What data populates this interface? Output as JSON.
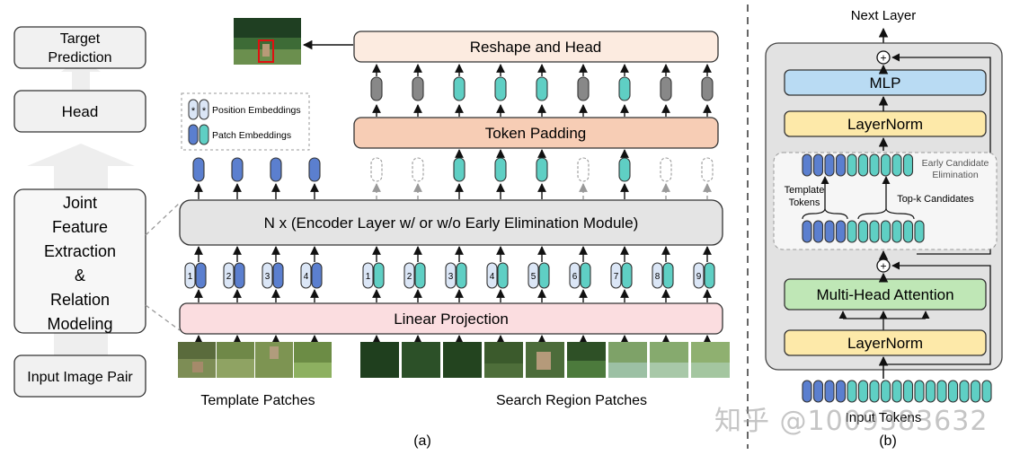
{
  "left_flow": {
    "target_prediction": [
      "Target",
      "Prediction"
    ],
    "head": "Head",
    "joint_module": [
      "Joint",
      "Feature",
      "Extraction",
      "&",
      "Relation",
      "Modeling"
    ],
    "input_pair": "Input Image Pair"
  },
  "legend": {
    "position_embeddings": "Position Embeddings",
    "patch_embeddings": "Patch Embeddings",
    "star": "*"
  },
  "panel_a": {
    "reshape_head": "Reshape and Head",
    "token_padding": "Token Padding",
    "encoder": "N x (Encoder Layer w/ or w/o Early Elimination Module)",
    "linear_projection": "Linear Projection",
    "template_patches": "Template Patches",
    "search_patches": "Search Region Patches",
    "template_pos": [
      "1",
      "2",
      "3",
      "4"
    ],
    "search_pos": [
      "1",
      "2",
      "3",
      "4",
      "5",
      "6",
      "7",
      "8",
      "9"
    ],
    "caption": "(a)"
  },
  "panel_b": {
    "next_layer": "Next Layer",
    "mlp": "MLP",
    "layernorm_top": "LayerNorm",
    "early_elim": [
      "Early Candidate",
      "Elimination"
    ],
    "template_tokens": [
      "Template",
      "Tokens"
    ],
    "topk": "Top-k Candidates",
    "mha": "Multi-Head Attention",
    "layernorm_bottom": "LayerNorm",
    "input_tokens": "Input Tokens",
    "plus": "+",
    "caption": "(b)"
  },
  "watermark": "知乎 @1009383632",
  "colors": {
    "template_token": "#5b7fcf",
    "search_token": "#5fcfc4",
    "pad_token": "#888888",
    "reshape_fill": "#fcebe0",
    "padding_fill": "#f7cdb5",
    "encoder_fill": "#e4e4e4",
    "linear_fill": "#fbdde0",
    "mlp_fill": "#b9dbf3",
    "layernorm_fill": "#fde9a9",
    "mha_fill": "#bfe7b6"
  }
}
